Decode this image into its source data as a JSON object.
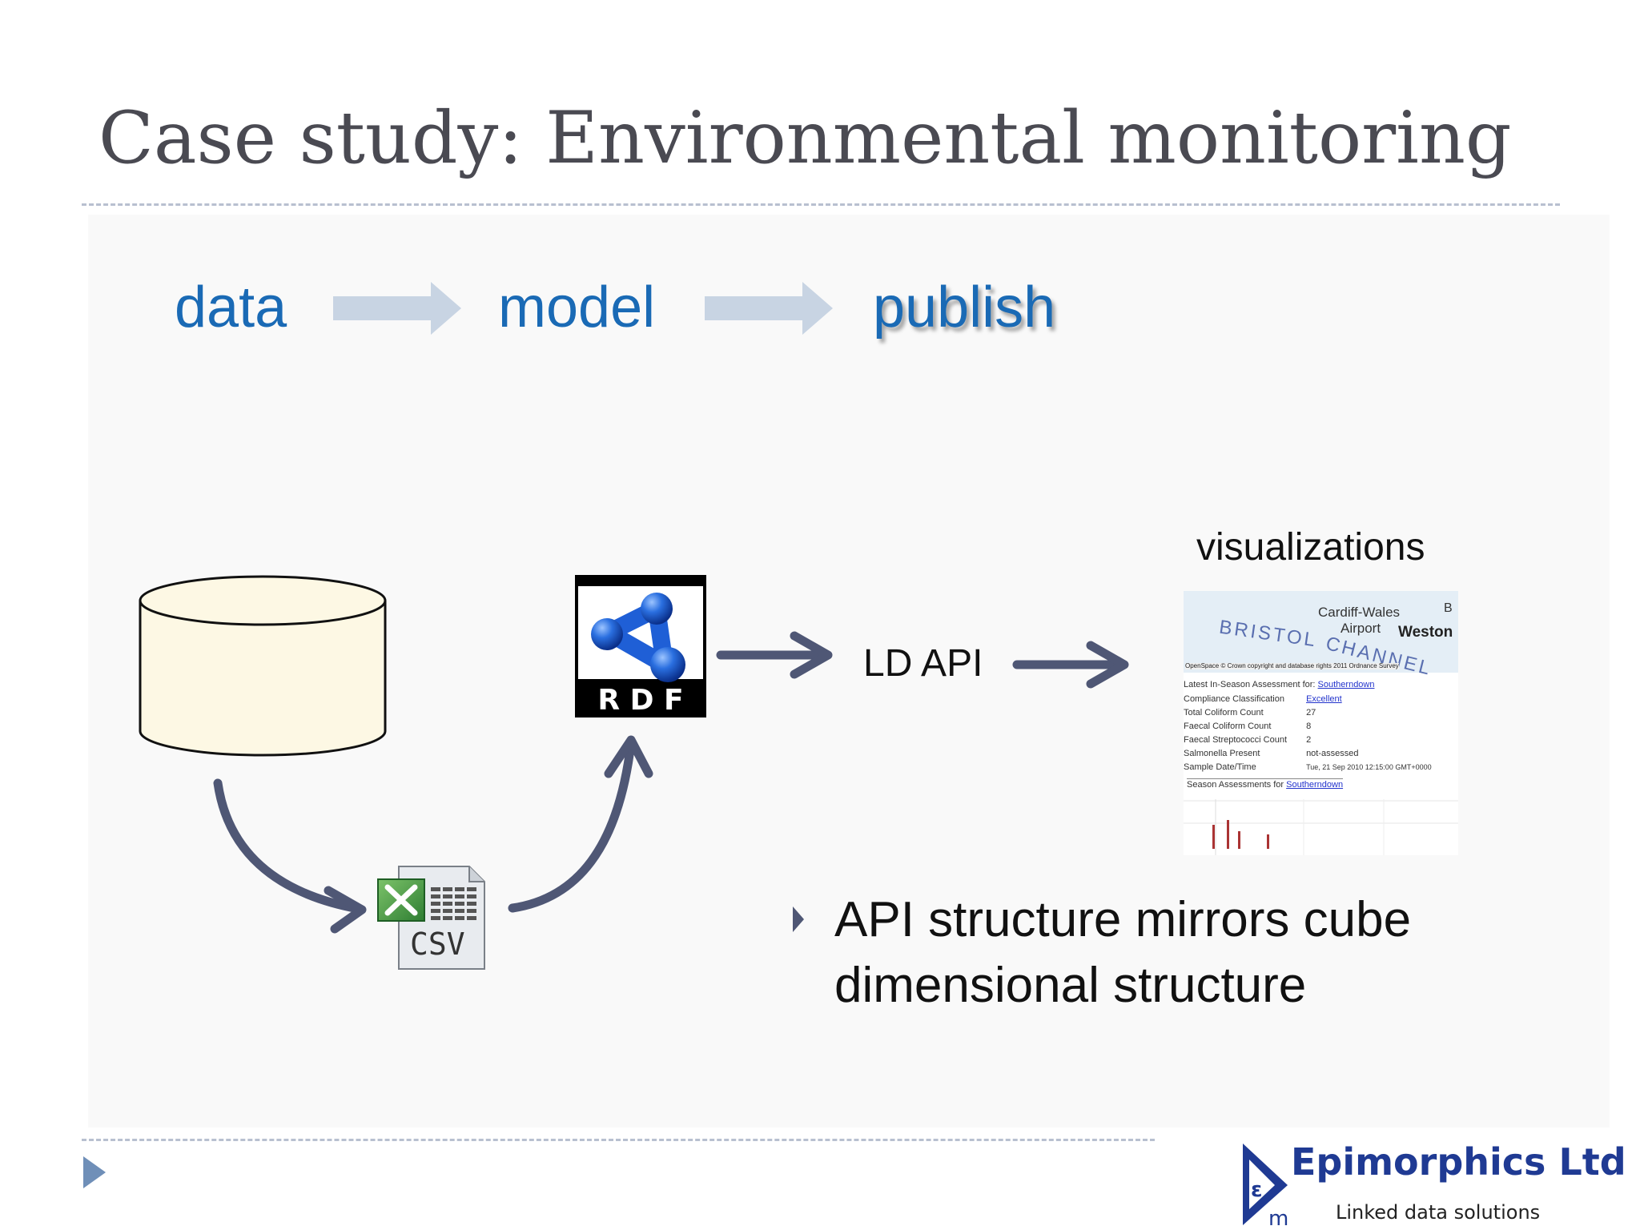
{
  "slide": {
    "title": "Case study: Environmental monitoring",
    "stages": [
      {
        "label": "data",
        "active": false
      },
      {
        "label": "model",
        "active": false
      },
      {
        "label": "publish",
        "active": true
      }
    ],
    "rdf_label": "R D F",
    "csv_label": "CSV",
    "api_label": "LD API",
    "visualizations_label": "visualizations",
    "bullet": "API structure mirrors cube dimensional structure"
  },
  "visualization_screenshot": {
    "map_labels": [
      "Cardiff-Wales",
      "Airport",
      "Weston",
      "BRISTOL",
      "CHANNEL",
      "B"
    ],
    "map_footer": "OpenSpace  © Crown copyright and database rights 2011 Ordnance Survey",
    "heading": {
      "label": "Latest In-Season Assessment for:",
      "link": "Southerndown"
    },
    "rows": [
      {
        "label": "Compliance Classification",
        "value": "Excellent",
        "is_link": true
      },
      {
        "label": "Total Coliform Count",
        "value": "27"
      },
      {
        "label": "Faecal Coliform Count",
        "value": "8"
      },
      {
        "label": "Faecal Streptococci Count",
        "value": "2"
      },
      {
        "label": "Salmonella Present",
        "value": "not-assessed"
      },
      {
        "label": "Sample Date/Time",
        "value": "Tue, 21 Sep 2010 12:15:00 GMT+0000"
      }
    ],
    "season_heading": {
      "label": "Season Assessments for",
      "link": "Southerndown"
    }
  },
  "branding": {
    "company": "Epimorphics Ltd",
    "tagline": "Linked data solutions"
  },
  "colors": {
    "title": "#4a4a52",
    "stage_text": "#1a6ab5",
    "flow_arrow": "#4f5775",
    "stage_arrow": "#c8d4e3",
    "cylinder_fill": "#fdf8e4",
    "rdf_blue": "#1f5fd6",
    "logo_blue": "#1f3a93"
  }
}
